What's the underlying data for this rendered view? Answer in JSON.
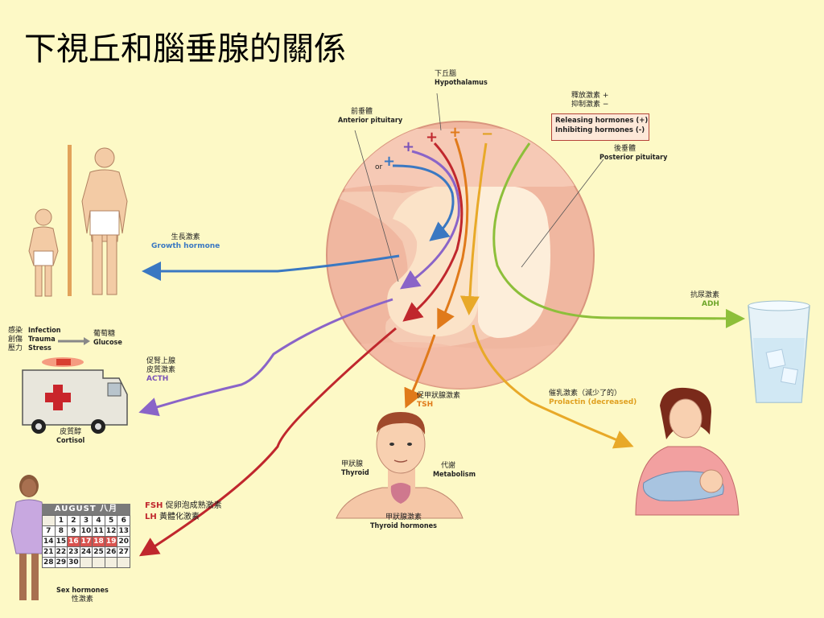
{
  "title": "下視丘和腦垂腺的關係",
  "labels": {
    "hypothalamus_zh": "下丘腦",
    "hypothalamus_en": "Hypothalamus",
    "anterior_zh": "前垂體",
    "anterior_en": "Anterior pituitary",
    "posterior_zh": "後垂體",
    "posterior_en": "Posterior pituitary",
    "legend_zh_1": "釋放激素 +",
    "legend_zh_2": "抑制激素 −",
    "legend_en_1": "Releasing hormones (+)",
    "legend_en_2": "Inhibiting hormones (-)",
    "or": "or",
    "growth_zh": "生長激素",
    "growth_en": "Growth hormone",
    "stress_zh_1": "感染",
    "stress_zh_2": "創傷",
    "stress_zh_3": "壓力",
    "stress_en_1": "Infection",
    "stress_en_2": "Trauma",
    "stress_en_3": "Stress",
    "glucose_zh": "葡萄糖",
    "glucose_en": "Glucose",
    "acth_zh_1": "促腎上腺",
    "acth_zh_2": "皮質激素",
    "acth_en": "ACTH",
    "cortisol_zh": "皮質醇",
    "cortisol_en": "Cortisol",
    "tsh_zh": "促甲狀腺激素",
    "tsh_en": "TSH",
    "thyroid_zh": "甲狀腺",
    "thyroid_en": "Thyroid",
    "metab_zh": "代謝",
    "metab_en": "Metabolism",
    "thyroid_h_zh": "甲狀腺激素",
    "thyroid_h_en": "Thyroid hormones",
    "prolactin_zh": "催乳激素（減少了的）",
    "prolactin_en": "Prolactin (decreased)",
    "adh_zh": "抗尿激素",
    "adh_en": "ADH",
    "fsh_en": "FSH",
    "fsh_zh": "促卵泡成熟激素",
    "lh_en": "LH",
    "lh_zh": "黃體化激素",
    "sex_en": "Sex hormones",
    "sex_zh": "性激素"
  },
  "signs": {
    "blue": "+",
    "purple": "+",
    "red": "+",
    "orange": "+",
    "yellow": "−"
  },
  "calendar": {
    "title": "AUGUST 八月",
    "days": [
      "",
      "1",
      "2",
      "3",
      "4",
      "5",
      "6",
      "7",
      "8",
      "9",
      "10",
      "11",
      "12",
      "13",
      "14",
      "15",
      "16",
      "17",
      "18",
      "19",
      "20",
      "21",
      "22",
      "23",
      "24",
      "25",
      "26",
      "27",
      "28",
      "29",
      "30",
      "",
      "",
      "",
      ""
    ],
    "highlighted": [
      "16",
      "17",
      "18",
      "19"
    ]
  },
  "colors": {
    "background": "#fdf9c6",
    "blue": "#3a78c2",
    "purple": "#8a64c8",
    "red": "#c0272d",
    "orange": "#e07a1a",
    "yellow": "#e8a928",
    "green": "#8dbf3a"
  }
}
